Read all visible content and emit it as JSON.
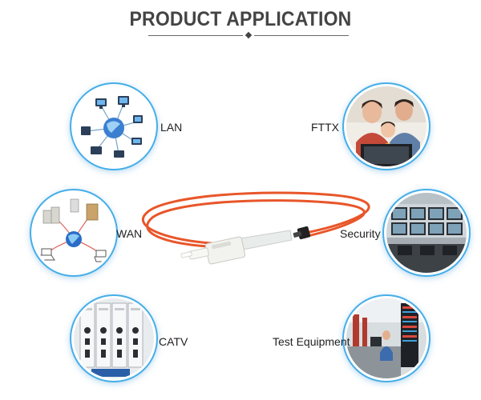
{
  "header": {
    "title": "PRODUCT APPLICATION"
  },
  "applications": [
    {
      "label": "LAN",
      "icon": "lan-network-icon"
    },
    {
      "label": "FTTX",
      "icon": "family-computer-photo"
    },
    {
      "label": "WAN",
      "icon": "wan-network-icon"
    },
    {
      "label": "Security",
      "icon": "security-monitor-room-photo"
    },
    {
      "label": "CATV",
      "icon": "catv-rack-equipment-photo"
    },
    {
      "label": "Test Equipment",
      "icon": "test-equipment-lab-photo"
    }
  ],
  "colors": {
    "circle_border": "#45aee8",
    "cable": "#e8562a",
    "connector_body": "#f2f2ee",
    "connector_boot": "#e8ecea"
  }
}
